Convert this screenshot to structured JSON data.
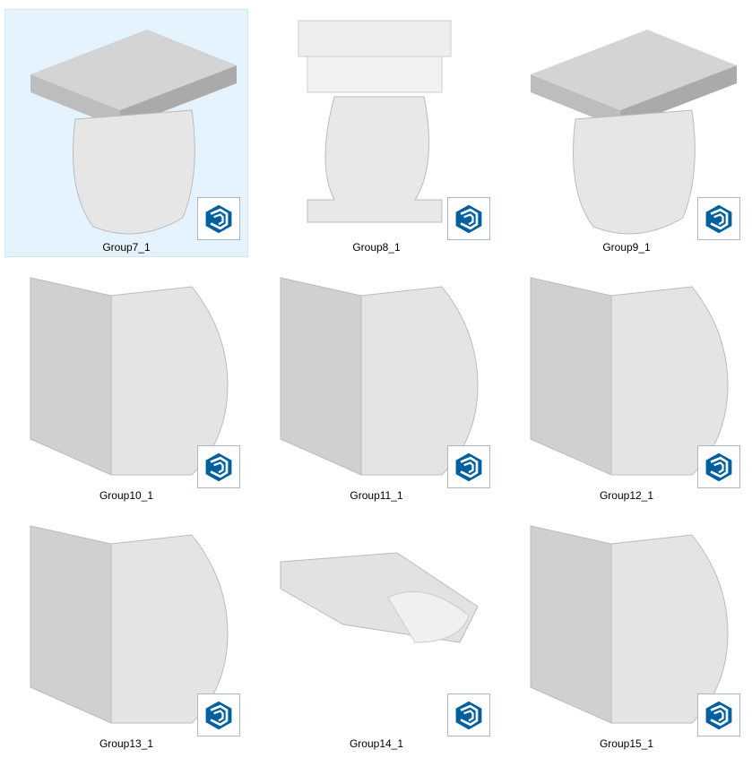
{
  "items": [
    {
      "name": "Group7_1",
      "selected": true,
      "shape": "slab-top"
    },
    {
      "name": "Group8_1",
      "selected": false,
      "shape": "corbel-front"
    },
    {
      "name": "Group9_1",
      "selected": false,
      "shape": "slab-top"
    },
    {
      "name": "Group10_1",
      "selected": false,
      "shape": "side"
    },
    {
      "name": "Group11_1",
      "selected": false,
      "shape": "side"
    },
    {
      "name": "Group12_1",
      "selected": false,
      "shape": "side"
    },
    {
      "name": "Group13_1",
      "selected": false,
      "shape": "side"
    },
    {
      "name": "Group14_1",
      "selected": false,
      "shape": "flat"
    },
    {
      "name": "Group15_1",
      "selected": false,
      "shape": "side"
    }
  ],
  "badge_icon": "sketchup-icon",
  "colors": {
    "selection_bg": "#e5f3ff",
    "selection_border": "#cce8ff",
    "sketchup_blue": "#005f9e"
  }
}
